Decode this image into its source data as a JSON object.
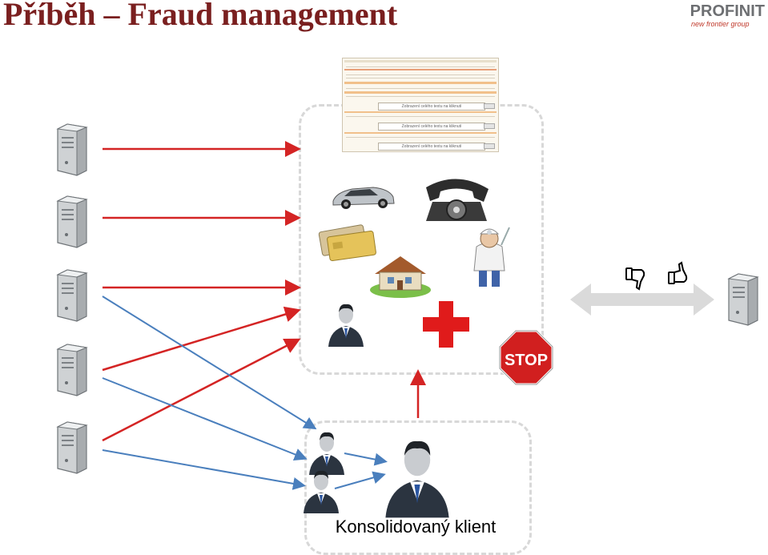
{
  "title": "Příběh – Fraud management",
  "logo": {
    "brand": "PROFINIT",
    "tagline": "new frontier group"
  },
  "screen": {
    "box_text": "Zobrazení celého textu na kliknutí"
  },
  "client_label": "Konsolidovaný klient",
  "colors": {
    "red_arrow": "#d42424",
    "blue_arrow": "#4a7fbd",
    "title": "#7a1f1f",
    "dashed_border": "#d8d8d8"
  },
  "icons": [
    "server-icon",
    "car-icon",
    "telephone-icon",
    "credit-cards-icon",
    "doctor-icon",
    "house-icon",
    "person-icon",
    "red-cross-icon",
    "stop-sign-icon",
    "thumbs-down-icon",
    "thumbs-up-icon",
    "double-arrow-icon"
  ],
  "stop_text": "STOP"
}
